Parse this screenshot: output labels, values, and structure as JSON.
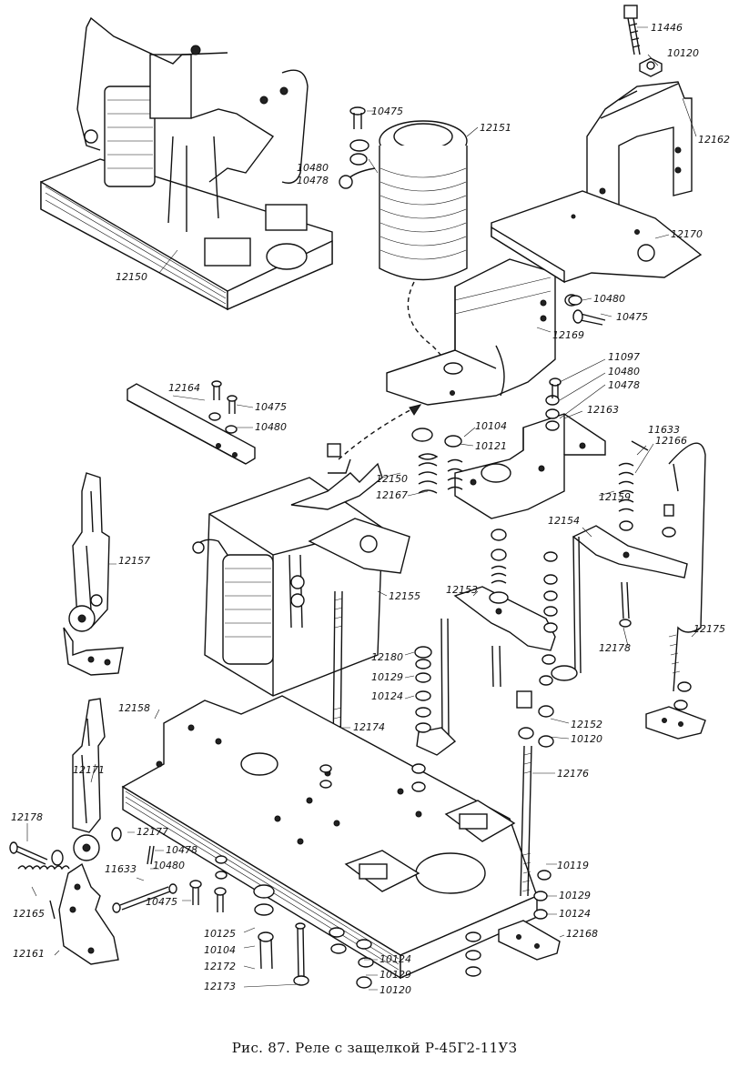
{
  "caption": "Рис. 87. Реле с защелкой Р-45Г2-11УЗ",
  "parts": [
    {
      "id": "p11446",
      "text": "11446"
    },
    {
      "id": "p10120a",
      "text": "10120"
    },
    {
      "id": "p10475a",
      "text": "10475"
    },
    {
      "id": "p12151",
      "text": "12151"
    },
    {
      "id": "p12162",
      "text": "12162"
    },
    {
      "id": "p10480a",
      "text": "10480"
    },
    {
      "id": "p10478a",
      "text": "10478"
    },
    {
      "id": "p12170",
      "text": "12170"
    },
    {
      "id": "p12150a",
      "text": "12150"
    },
    {
      "id": "p10480b",
      "text": "10480"
    },
    {
      "id": "p10475b",
      "text": "10475"
    },
    {
      "id": "p12169",
      "text": "12169"
    },
    {
      "id": "p11097",
      "text": "11097"
    },
    {
      "id": "p10480c",
      "text": "10480"
    },
    {
      "id": "p12164",
      "text": "12164"
    },
    {
      "id": "p10478b",
      "text": "10478"
    },
    {
      "id": "p10475c",
      "text": "10475"
    },
    {
      "id": "p12163",
      "text": "12163"
    },
    {
      "id": "p10480d",
      "text": "10480"
    },
    {
      "id": "p10104a",
      "text": "10104"
    },
    {
      "id": "p11633a",
      "text": "11633"
    },
    {
      "id": "p10121",
      "text": "10121"
    },
    {
      "id": "p12166",
      "text": "12166"
    },
    {
      "id": "p12150b",
      "text": "12150"
    },
    {
      "id": "p12167",
      "text": "12167"
    },
    {
      "id": "p12159",
      "text": "12159"
    },
    {
      "id": "p12157",
      "text": "12157"
    },
    {
      "id": "p12154",
      "text": "12154"
    },
    {
      "id": "p12153",
      "text": "12153"
    },
    {
      "id": "p12155",
      "text": "12155"
    },
    {
      "id": "p12175",
      "text": "12175"
    },
    {
      "id": "p12178a",
      "text": "12178"
    },
    {
      "id": "p12180",
      "text": "12180"
    },
    {
      "id": "p10129a",
      "text": "10129"
    },
    {
      "id": "p10124a",
      "text": "10124"
    },
    {
      "id": "p12158",
      "text": "12158"
    },
    {
      "id": "p12174",
      "text": "12174"
    },
    {
      "id": "p12152",
      "text": "12152"
    },
    {
      "id": "p10120b",
      "text": "10120"
    },
    {
      "id": "p12171",
      "text": "12171"
    },
    {
      "id": "p12176",
      "text": "12176"
    },
    {
      "id": "p12178b",
      "text": "12178"
    },
    {
      "id": "p12177",
      "text": "12177"
    },
    {
      "id": "p10478c",
      "text": "10478"
    },
    {
      "id": "p10119",
      "text": "10119"
    },
    {
      "id": "p11633b",
      "text": "11633"
    },
    {
      "id": "p10480e",
      "text": "10480"
    },
    {
      "id": "p10129b",
      "text": "10129"
    },
    {
      "id": "p10475d",
      "text": "10475"
    },
    {
      "id": "p12165",
      "text": "12165"
    },
    {
      "id": "p10124b",
      "text": "10124"
    },
    {
      "id": "p10125",
      "text": "10125"
    },
    {
      "id": "p12168",
      "text": "12168"
    },
    {
      "id": "p10104b",
      "text": "10104"
    },
    {
      "id": "p12161",
      "text": "12161"
    },
    {
      "id": "p12172",
      "text": "12172"
    },
    {
      "id": "p10124c",
      "text": "10124"
    },
    {
      "id": "p10129c",
      "text": "10129"
    },
    {
      "id": "p12173",
      "text": "12173"
    },
    {
      "id": "p10120c",
      "text": "10120"
    }
  ]
}
